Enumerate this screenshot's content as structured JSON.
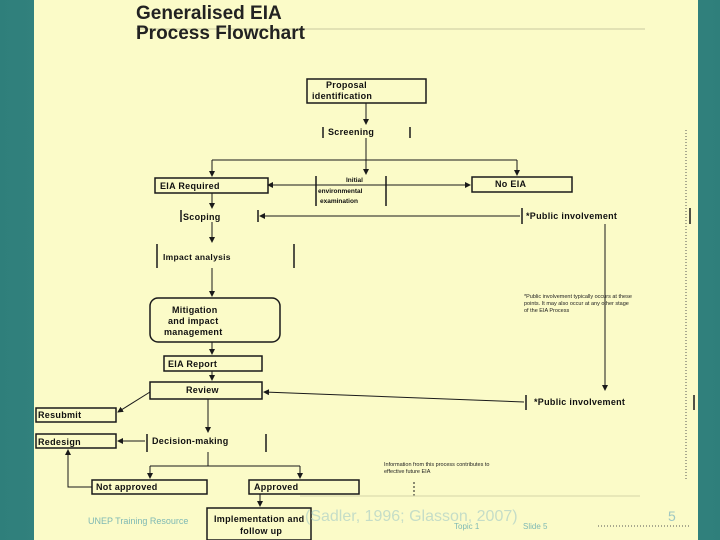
{
  "title_line1": "Generalised EIA",
  "title_line2": "Process Flowchart",
  "nodes": {
    "proposal_l1": "Proposal",
    "proposal_l2": "identification",
    "screening": "Screening",
    "eia_required": "EIA Required",
    "initial_l1": "Initial",
    "initial_l2": "environmental",
    "initial_l3": "examination",
    "no_eia": "No EIA",
    "scoping": "Scoping",
    "public_involvement_1": "*Public involvement",
    "impact_analysis": "Impact analysis",
    "mitigation_l1": "Mitigation",
    "mitigation_l2": "and impact",
    "mitigation_l3": "management",
    "eia_report": "EIA Report",
    "review": "Review",
    "public_involvement_2": "*Public involvement",
    "resubmit": "Resubmit",
    "redesign": "Redesign",
    "decision_making": "Decision-making",
    "not_approved": "Not approved",
    "approved": "Approved",
    "implementation_l1": "Implementation and",
    "implementation_l2": "follow up"
  },
  "notes": {
    "public_note": "*Public involvement typically occurs at these points. It may also occur at any other stage of the EIA Process",
    "information_note": "Information from this process contributes to effective future EIA"
  },
  "footer": {
    "left": "UNEP Training Resource",
    "citation": "(Sadler, 1996; Glasson, 2007)",
    "topic": "Topic 1",
    "slide": "Slide 5",
    "page_number": "5"
  },
  "colors": {
    "background": "#3d8a86",
    "paper": "#fbfbc8",
    "line": "#1a1a1a"
  }
}
